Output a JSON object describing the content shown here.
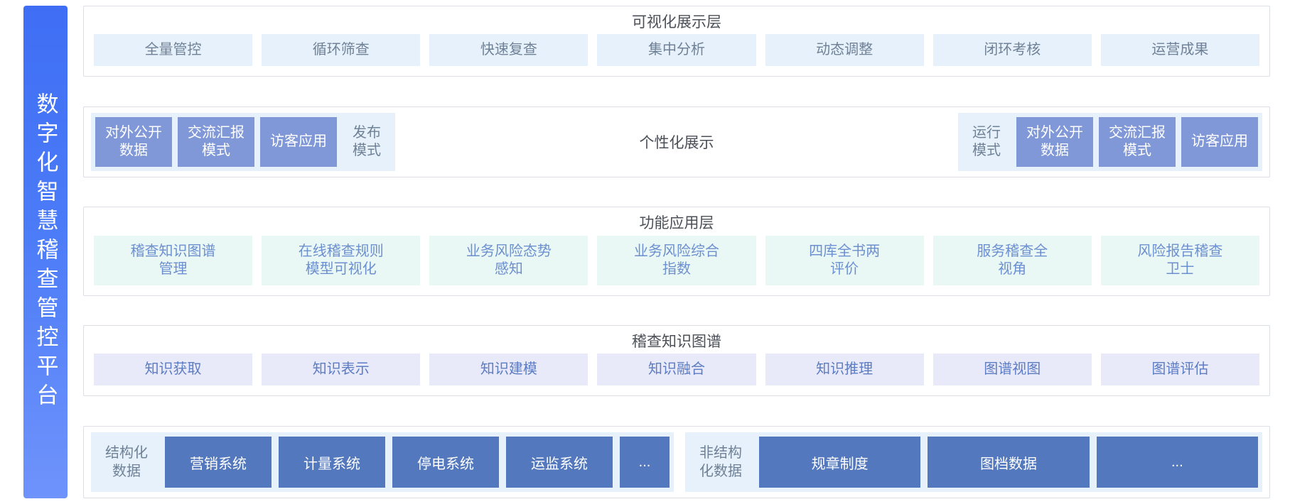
{
  "platform": {
    "vertical_title": "数字化智慧稽查管控平台",
    "gradient_from": "#3f6ef5",
    "gradient_to": "#6f93fb"
  },
  "layers": {
    "visualization": {
      "title": "可视化展示层",
      "chip_color": "#e7f1fb",
      "chip_text_color": "#6f8196",
      "items": [
        {
          "label": "全量管控"
        },
        {
          "label": "循环筛查"
        },
        {
          "label": "快速复查"
        },
        {
          "label": "集中分析"
        },
        {
          "label": "动态调整"
        },
        {
          "label": "闭环考核"
        },
        {
          "label": "运营成果"
        }
      ]
    },
    "personalized": {
      "center_title": "个性化展示",
      "solid_color": "#8098d8",
      "group_bg": "#e7f1fb",
      "left_group": [
        {
          "label": "对外公开\n数据",
          "style": "solid"
        },
        {
          "label": "交流汇报\n模式",
          "style": "solid"
        },
        {
          "label": "访客应用",
          "style": "solid"
        },
        {
          "label": "发布\n模式",
          "style": "ghost"
        }
      ],
      "right_group": [
        {
          "label": "运行\n模式",
          "style": "ghost"
        },
        {
          "label": "对外公开\n数据",
          "style": "solid"
        },
        {
          "label": "交流汇报\n模式",
          "style": "solid"
        },
        {
          "label": "访客应用",
          "style": "solid"
        }
      ]
    },
    "functional": {
      "title": "功能应用层",
      "chip_color": "#eaf8f5",
      "chip_text_color": "#6c8fd0",
      "items": [
        {
          "label": "稽查知识图谱\n管理"
        },
        {
          "label": "在线稽查规则\n模型可视化"
        },
        {
          "label": "业务风险态势\n感知"
        },
        {
          "label": "业务风险综合\n指数"
        },
        {
          "label": "四库全书两\n评价"
        },
        {
          "label": "服务稽查全\n视角"
        },
        {
          "label": "风险报告稽查\n卫士"
        }
      ]
    },
    "knowledge_graph": {
      "title": "稽查知识图谱",
      "chip_color": "#e9eaf9",
      "chip_text_color": "#5c7cc4",
      "items": [
        {
          "label": "知识获取"
        },
        {
          "label": "知识表示"
        },
        {
          "label": "知识建模"
        },
        {
          "label": "知识融合"
        },
        {
          "label": "知识推理"
        },
        {
          "label": "图谱视图"
        },
        {
          "label": "图谱评估"
        }
      ]
    },
    "data_sources": {
      "box_color": "#5378bd",
      "group_bg": "#e7f1fb",
      "structured": {
        "label": "结构化\n数据",
        "items": [
          {
            "label": "营销系统"
          },
          {
            "label": "计量系统"
          },
          {
            "label": "停电系统"
          },
          {
            "label": "运监系统"
          },
          {
            "label": "..."
          }
        ]
      },
      "unstructured": {
        "label": "非结构\n化数据",
        "items": [
          {
            "label": "规章制度"
          },
          {
            "label": "图档数据"
          },
          {
            "label": "..."
          }
        ]
      }
    }
  }
}
